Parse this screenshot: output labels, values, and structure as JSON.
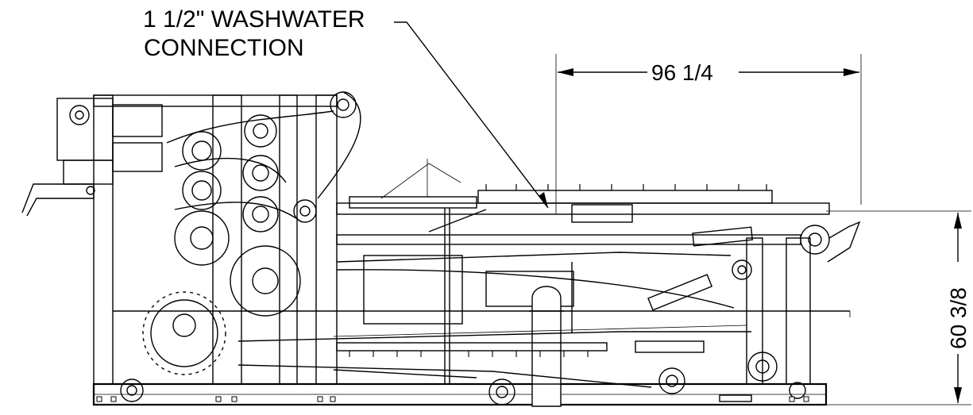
{
  "callout": {
    "line1": "1 1/2\" WASHWATER",
    "line2": "CONNECTION"
  },
  "dimensions": {
    "horizontal": "96 1/4",
    "vertical": "60 3/8"
  },
  "colors": {
    "ink": "#000000",
    "paper": "#ffffff"
  }
}
